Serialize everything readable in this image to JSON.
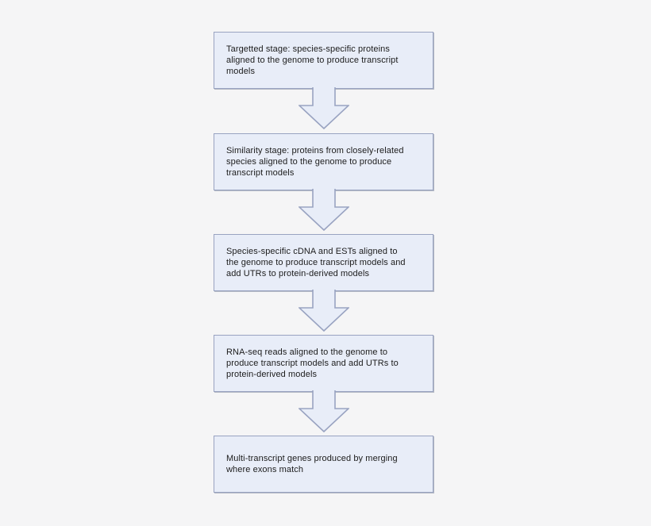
{
  "page": {
    "background_color": "#f5f5f6"
  },
  "flowchart": {
    "type": "vertical-flow",
    "box_fill_color": "#e8edf8",
    "box_border_color": "#99a3c1",
    "text_color": "#1c1c1c",
    "connector_icon": "down-block-arrow",
    "steps": [
      {
        "label": "Targetted stage: species-specific proteins\naligned to the genome to produce transcript\nmodels"
      },
      {
        "label": "Similarity stage: proteins from closely-related\nspecies aligned to the genome to produce\ntranscript models"
      },
      {
        "label": "Species-specific cDNA and ESTs aligned to\nthe genome to produce transcript models and\nadd UTRs to protein-derived models"
      },
      {
        "label": "RNA-seq reads aligned to the genome  to\nproduce transcript models and add UTRs to\nprotein-derived models"
      },
      {
        "label": "Multi-transcript genes produced by merging\nwhere exons match"
      }
    ]
  }
}
